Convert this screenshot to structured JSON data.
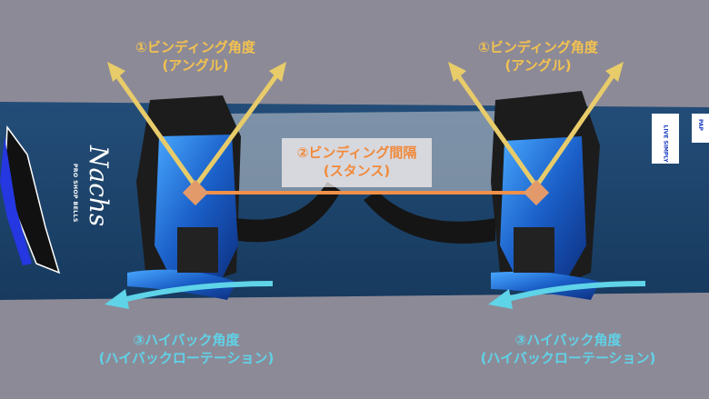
{
  "labels": {
    "angle_left": {
      "line1": "①ビンディング角度",
      "line2": "(アングル)"
    },
    "angle_right": {
      "line1": "①ビンディング角度",
      "line2": "(アングル)"
    },
    "stance": {
      "line1": "②ビンディング間隔",
      "line2": "(スタンス)"
    },
    "highback_left": {
      "line1": "③ハイバック角度",
      "line2": "(ハイバックローテーション)"
    },
    "highback_right": {
      "line1": "③ハイバック角度",
      "line2": "(ハイバックローテーション)"
    }
  },
  "board": {
    "brand_text": "PRO SHOP BELLS",
    "model_text": "Nachs",
    "sticker1": "LIVE SIMPLY",
    "sticker2": "PAP"
  },
  "colors": {
    "angle": "#f3c24f",
    "stance": "#f08a3c",
    "highback": "#5fd3e8",
    "board": "#1e4670",
    "binding": "#1e74d8"
  }
}
